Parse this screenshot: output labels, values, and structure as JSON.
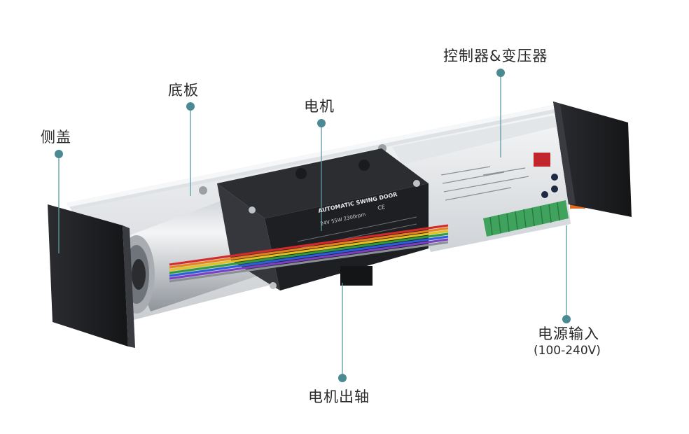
{
  "callouts": {
    "side_cover": "侧盖",
    "base_plate": "底板",
    "motor": "电机",
    "controller": "控制器&变压器",
    "power_input": "电源输入",
    "power_input_spec": "(100-240V)",
    "motor_shaft": "电机出轴"
  },
  "motor_plate": {
    "title": "AUTOMATIC SWING DOOR",
    "rating": "24V 55W 2300rpm",
    "marks": "CE"
  },
  "colors": {
    "callout_dot": "#4b8a93",
    "callout_line": "#5c9aa3",
    "cover": "#1c1d20",
    "terminal": "#3fa35e"
  }
}
